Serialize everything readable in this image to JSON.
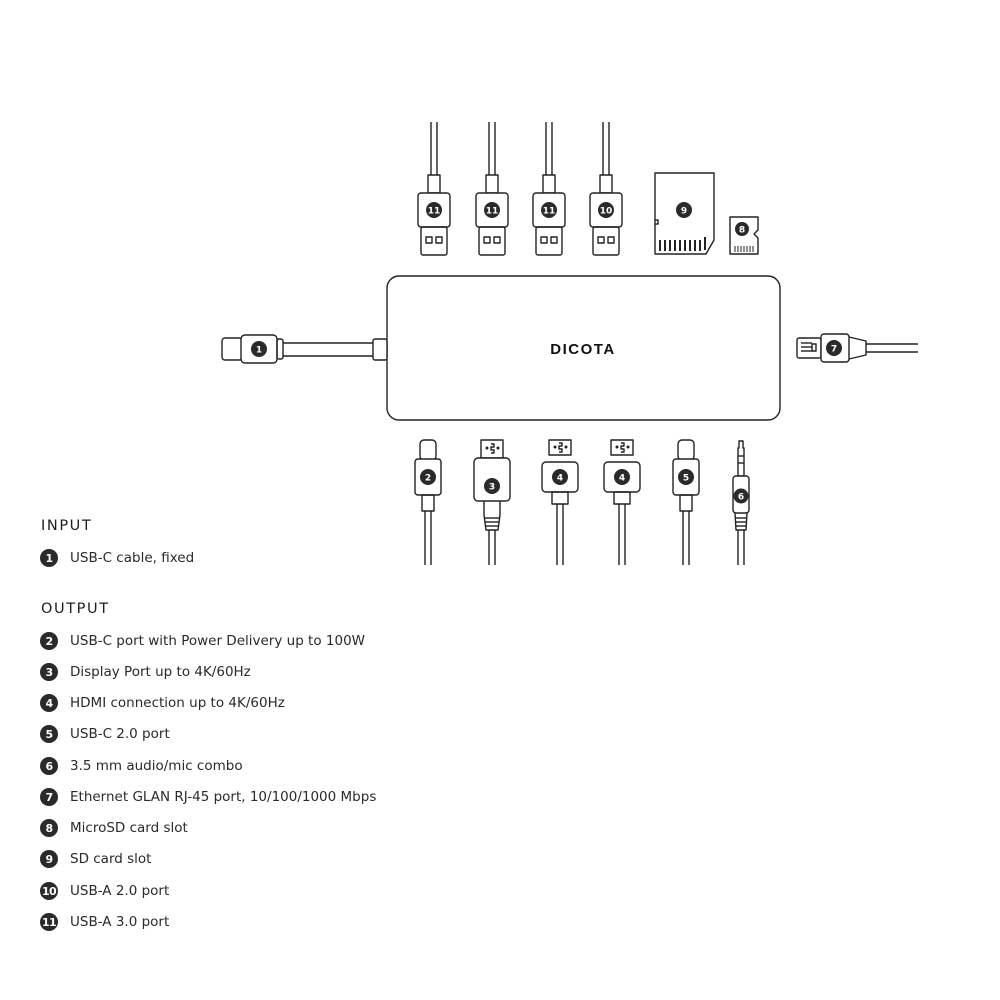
{
  "brand": "DICOTA",
  "colors": {
    "line": "#222222",
    "badge": "#2a2a2a",
    "background": "#ffffff"
  },
  "connectors": {
    "top": [
      {
        "type": "usb-a",
        "number": "11"
      },
      {
        "type": "usb-a",
        "number": "11"
      },
      {
        "type": "usb-a",
        "number": "11"
      },
      {
        "type": "usb-a",
        "number": "10"
      },
      {
        "type": "sd-card",
        "number": "9"
      },
      {
        "type": "microsd-card",
        "number": "8"
      }
    ],
    "left": [
      {
        "type": "usb-c-cable",
        "number": "1"
      }
    ],
    "right": [
      {
        "type": "rj45",
        "number": "7"
      }
    ],
    "bottom": [
      {
        "type": "usb-c",
        "number": "2"
      },
      {
        "type": "displayport",
        "number": "3"
      },
      {
        "type": "hdmi",
        "number": "4"
      },
      {
        "type": "hdmi",
        "number": "4"
      },
      {
        "type": "usb-c",
        "number": "5"
      },
      {
        "type": "audio-jack",
        "number": "6"
      }
    ]
  },
  "legend": {
    "input_title": "INPUT",
    "input_items": [
      {
        "number": "1",
        "label": "USB-C cable, fixed"
      }
    ],
    "output_title": "OUTPUT",
    "output_items": [
      {
        "number": "2",
        "label": "USB-C port with Power Delivery up to 100W"
      },
      {
        "number": "3",
        "label": "Display Port up to 4K/60Hz"
      },
      {
        "number": "4",
        "label": "HDMI connection up to 4K/60Hz"
      },
      {
        "number": "5",
        "label": "USB-C 2.0 port"
      },
      {
        "number": "6",
        "label": "3.5 mm audio/mic combo"
      },
      {
        "number": "7",
        "label": "Ethernet GLAN RJ-45 port, 10/100/1000 Mbps"
      },
      {
        "number": "8",
        "label": "MicroSD card slot"
      },
      {
        "number": "9",
        "label": "SD card slot"
      },
      {
        "number": "10",
        "label": "USB-A 2.0 port"
      },
      {
        "number": "11",
        "label": "USB-A 3.0 port"
      }
    ]
  }
}
